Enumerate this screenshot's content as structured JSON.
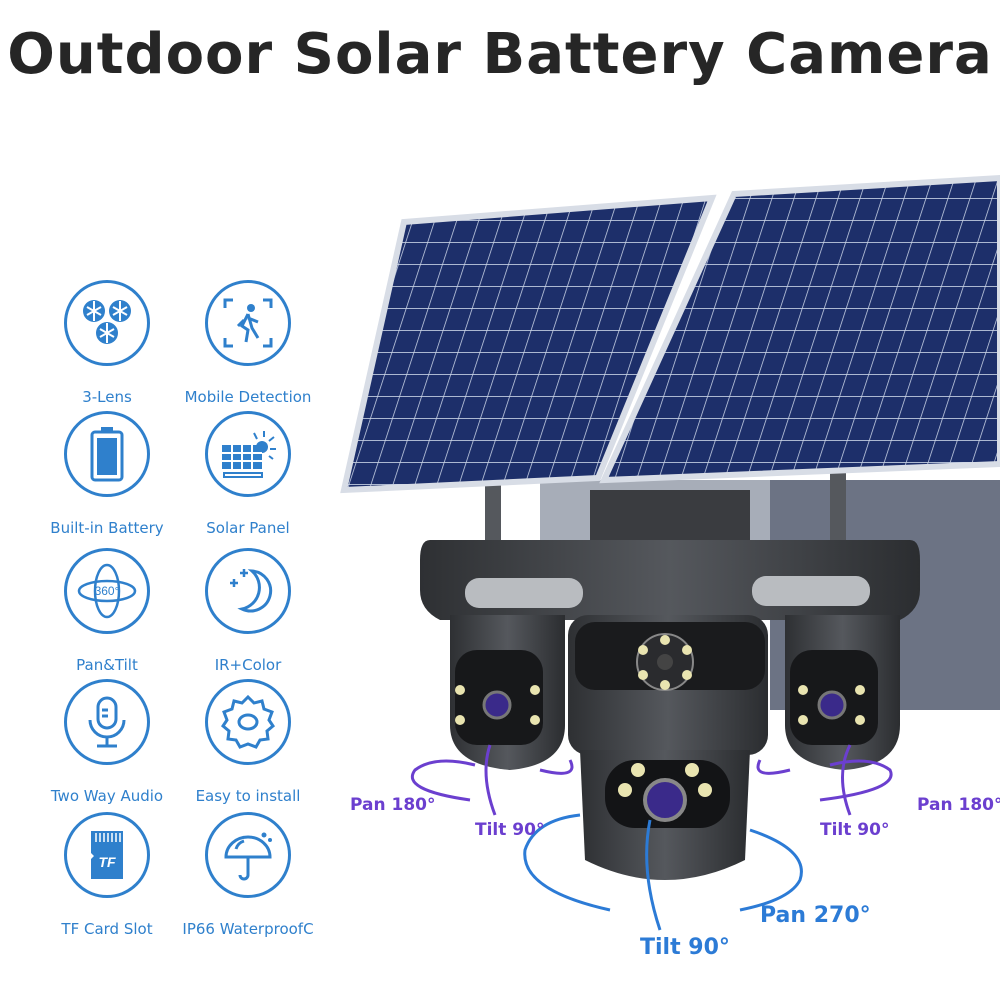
{
  "title": "Outdoor Solar Battery Camera",
  "accent_color": "#2f80cc",
  "features": [
    {
      "label": "3-Lens",
      "icon": "lens-icon"
    },
    {
      "label": "Mobile Detection",
      "icon": "motion-detection-icon"
    },
    {
      "label": "Built-in Battery",
      "icon": "battery-icon"
    },
    {
      "label": "Solar Panel",
      "icon": "solar-panel-icon"
    },
    {
      "label": "Pan&Tilt",
      "icon": "rotate-360-icon"
    },
    {
      "label": "IR+Color",
      "icon": "moon-icon"
    },
    {
      "label": "Two Way Audio",
      "icon": "microphone-icon"
    },
    {
      "label": "Easy to install",
      "icon": "gear-icon"
    },
    {
      "label": "TF Card Slot",
      "icon": "sd-card-icon"
    },
    {
      "label": "IP66 WaterproofC",
      "icon": "umbrella-icon"
    }
  ],
  "icon_text": {
    "rotate": "360°",
    "tf": "TF"
  },
  "annotations": {
    "left_pan": "Pan 180°",
    "left_tilt": "Tilt 90°",
    "right_tilt": "Tilt 90°",
    "right_pan": "Pan 180°",
    "center_pan": "Pan 270°",
    "center_tilt": "Tilt 90°"
  }
}
